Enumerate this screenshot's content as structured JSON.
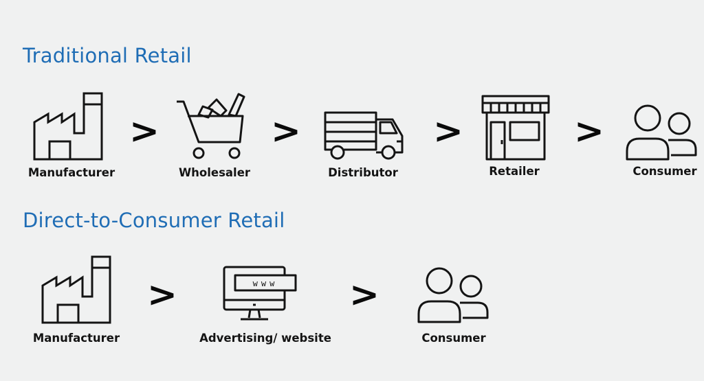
{
  "traditional": {
    "title": "Traditional Retail",
    "separator": ">",
    "steps": [
      {
        "label": "Manufacturer",
        "icon": "factory-icon"
      },
      {
        "label": "Wholesaler",
        "icon": "shopping-cart-icon"
      },
      {
        "label": "Distributor",
        "icon": "delivery-truck-icon"
      },
      {
        "label": "Retailer",
        "icon": "storefront-icon"
      },
      {
        "label": "Consumer",
        "icon": "people-icon"
      }
    ]
  },
  "direct": {
    "title": "Direct-to-Consumer Retail",
    "separator": ">",
    "website_text": "www",
    "steps": [
      {
        "label": "Manufacturer",
        "icon": "factory-icon"
      },
      {
        "label": "Advertising/ website",
        "icon": "computer-monitor-icon"
      },
      {
        "label": "Consumer",
        "icon": "people-icon"
      }
    ]
  },
  "colors": {
    "heading": "#1f6db5",
    "background": "#f0f1f1",
    "ink": "#141414"
  }
}
